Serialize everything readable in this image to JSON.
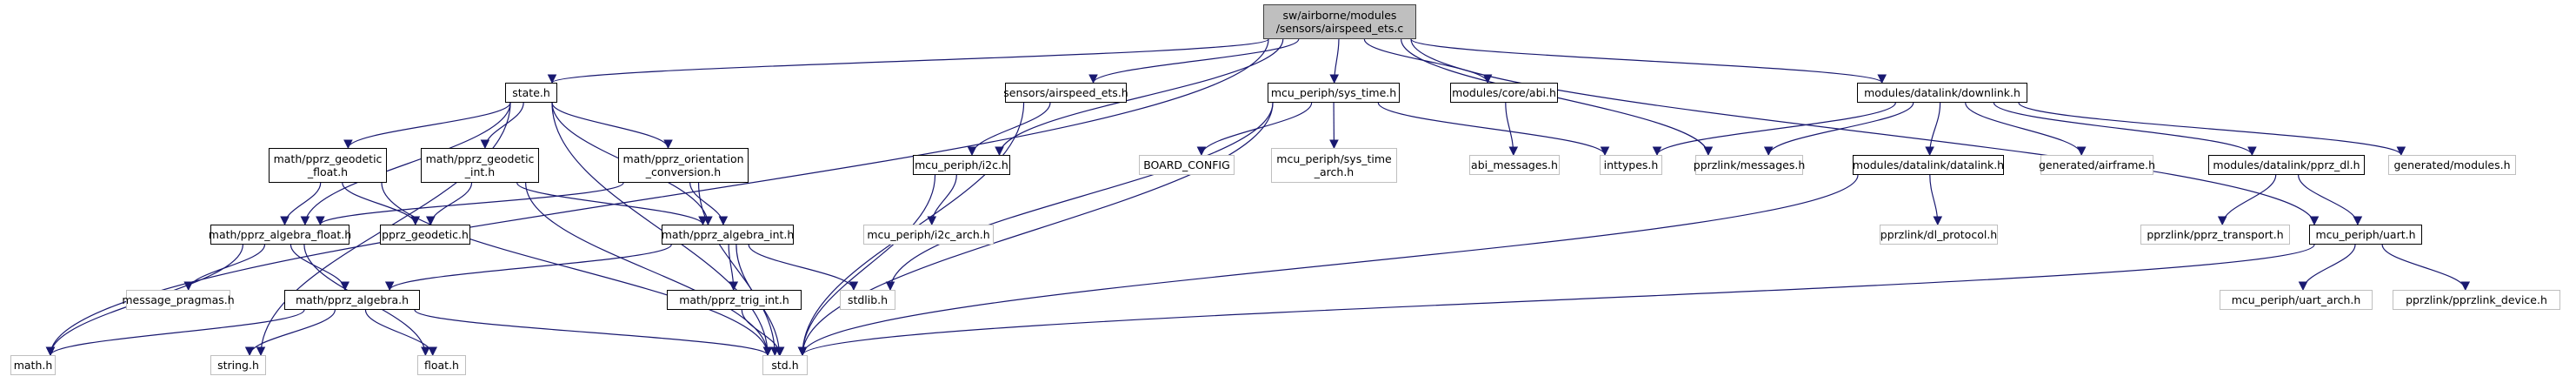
{
  "diagram": {
    "type": "include-dependency-graph",
    "edge_color": "#191970",
    "node_border_color": "#000000",
    "external_node_border_color": "#bfbfbf",
    "root_fill_color": "#bfbfbf",
    "nodes": [
      {
        "id": "root",
        "label": "sw/airborne/modules\n/sensors/airspeed_ets.c",
        "kind": "root",
        "linked": false
      },
      {
        "id": "state",
        "label": "state.h",
        "kind": "normal",
        "linked": true
      },
      {
        "id": "airspeed_h",
        "label": "sensors/airspeed_ets.h",
        "kind": "normal",
        "linked": true
      },
      {
        "id": "sys_time",
        "label": "mcu_periph/sys_time.h",
        "kind": "normal",
        "linked": true
      },
      {
        "id": "abi",
        "label": "modules/core/abi.h",
        "kind": "normal",
        "linked": true
      },
      {
        "id": "downlink",
        "label": "modules/datalink/downlink.h",
        "kind": "normal",
        "linked": true
      },
      {
        "id": "geo_float",
        "label": "math/pprz_geodetic\n_float.h",
        "kind": "normal",
        "linked": true
      },
      {
        "id": "geo_int",
        "label": "math/pprz_geodetic\n_int.h",
        "kind": "normal",
        "linked": true
      },
      {
        "id": "orient",
        "label": "math/pprz_orientation\n_conversion.h",
        "kind": "normal",
        "linked": true
      },
      {
        "id": "i2c",
        "label": "mcu_periph/i2c.h",
        "kind": "normal",
        "linked": true
      },
      {
        "id": "board_config",
        "label": "BOARD_CONFIG",
        "kind": "external",
        "linked": false
      },
      {
        "id": "sys_time_arch",
        "label": "mcu_periph/sys_time\n_arch.h",
        "kind": "external",
        "linked": false
      },
      {
        "id": "abi_messages",
        "label": "abi_messages.h",
        "kind": "external",
        "linked": false
      },
      {
        "id": "inttypes",
        "label": "inttypes.h",
        "kind": "external",
        "linked": false
      },
      {
        "id": "pprzlink_messages",
        "label": "pprzlink/messages.h",
        "kind": "external",
        "linked": false
      },
      {
        "id": "datalink",
        "label": "modules/datalink/datalink.h",
        "kind": "normal",
        "linked": true
      },
      {
        "id": "airframe",
        "label": "generated/airframe.h",
        "kind": "external",
        "linked": false
      },
      {
        "id": "pprz_dl",
        "label": "modules/datalink/pprz_dl.h",
        "kind": "normal",
        "linked": true
      },
      {
        "id": "modules_h",
        "label": "generated/modules.h",
        "kind": "external",
        "linked": false
      },
      {
        "id": "alg_float",
        "label": "math/pprz_algebra_float.h",
        "kind": "normal",
        "linked": true
      },
      {
        "id": "pprz_geodetic",
        "label": "pprz_geodetic.h",
        "kind": "normal",
        "linked": true
      },
      {
        "id": "alg_int",
        "label": "math/pprz_algebra_int.h",
        "kind": "normal",
        "linked": true
      },
      {
        "id": "i2c_arch",
        "label": "mcu_periph/i2c_arch.h",
        "kind": "external",
        "linked": false
      },
      {
        "id": "dl_protocol",
        "label": "pprzlink/dl_protocol.h",
        "kind": "external",
        "linked": false
      },
      {
        "id": "pprz_transport",
        "label": "pprzlink/pprz_transport.h",
        "kind": "external",
        "linked": false
      },
      {
        "id": "uart",
        "label": "mcu_periph/uart.h",
        "kind": "normal",
        "linked": true
      },
      {
        "id": "msg_pragmas",
        "label": "message_pragmas.h",
        "kind": "external",
        "linked": false
      },
      {
        "id": "algebra",
        "label": "math/pprz_algebra.h",
        "kind": "normal",
        "linked": true
      },
      {
        "id": "trig_int",
        "label": "math/pprz_trig_int.h",
        "kind": "normal",
        "linked": true
      },
      {
        "id": "stdlib",
        "label": "stdlib.h",
        "kind": "external",
        "linked": false
      },
      {
        "id": "uart_arch",
        "label": "mcu_periph/uart_arch.h",
        "kind": "external",
        "linked": false
      },
      {
        "id": "pprzlink_device",
        "label": "pprzlink/pprzlink_device.h",
        "kind": "external",
        "linked": false
      },
      {
        "id": "math_h",
        "label": "math.h",
        "kind": "external",
        "linked": false
      },
      {
        "id": "string_h",
        "label": "string.h",
        "kind": "external",
        "linked": false
      },
      {
        "id": "float_h",
        "label": "float.h",
        "kind": "external",
        "linked": false
      },
      {
        "id": "std_h",
        "label": "std.h",
        "kind": "external",
        "linked": false
      }
    ],
    "edges": [
      [
        "root",
        "state"
      ],
      [
        "root",
        "airspeed_h"
      ],
      [
        "root",
        "sys_time"
      ],
      [
        "root",
        "abi"
      ],
      [
        "root",
        "downlink"
      ],
      [
        "root",
        "i2c"
      ],
      [
        "root",
        "math_h"
      ],
      [
        "root",
        "pprzlink_messages"
      ],
      [
        "root",
        "uart"
      ],
      [
        "state",
        "geo_float"
      ],
      [
        "state",
        "geo_int"
      ],
      [
        "state",
        "orient"
      ],
      [
        "state",
        "alg_float"
      ],
      [
        "state",
        "alg_int"
      ],
      [
        "state",
        "std_h"
      ],
      [
        "state",
        "string_h"
      ],
      [
        "geo_float",
        "alg_float"
      ],
      [
        "geo_float",
        "pprz_geodetic"
      ],
      [
        "geo_float",
        "std_h"
      ],
      [
        "geo_int",
        "pprz_geodetic"
      ],
      [
        "geo_int",
        "alg_int"
      ],
      [
        "geo_int",
        "std_h"
      ],
      [
        "orient",
        "alg_float"
      ],
      [
        "orient",
        "alg_int"
      ],
      [
        "orient",
        "std_h"
      ],
      [
        "alg_float",
        "algebra"
      ],
      [
        "alg_float",
        "msg_pragmas"
      ],
      [
        "alg_float",
        "math_h"
      ],
      [
        "alg_float",
        "float_h"
      ],
      [
        "alg_int",
        "algebra"
      ],
      [
        "alg_int",
        "trig_int"
      ],
      [
        "alg_int",
        "stdlib"
      ],
      [
        "alg_int",
        "std_h"
      ],
      [
        "algebra",
        "math_h"
      ],
      [
        "algebra",
        "string_h"
      ],
      [
        "algebra",
        "float_h"
      ],
      [
        "algebra",
        "std_h"
      ],
      [
        "trig_int",
        "std_h"
      ],
      [
        "airspeed_h",
        "i2c"
      ],
      [
        "airspeed_h",
        "std_h"
      ],
      [
        "i2c",
        "i2c_arch"
      ],
      [
        "i2c",
        "std_h"
      ],
      [
        "sys_time",
        "board_config"
      ],
      [
        "sys_time",
        "sys_time_arch"
      ],
      [
        "sys_time",
        "inttypes"
      ],
      [
        "sys_time",
        "stdlib"
      ],
      [
        "sys_time",
        "std_h"
      ],
      [
        "abi",
        "abi_messages"
      ],
      [
        "downlink",
        "inttypes"
      ],
      [
        "downlink",
        "pprzlink_messages"
      ],
      [
        "downlink",
        "datalink"
      ],
      [
        "downlink",
        "airframe"
      ],
      [
        "downlink",
        "pprz_dl"
      ],
      [
        "downlink",
        "modules_h"
      ],
      [
        "datalink",
        "dl_protocol"
      ],
      [
        "datalink",
        "std_h"
      ],
      [
        "pprz_dl",
        "pprz_transport"
      ],
      [
        "pprz_dl",
        "uart"
      ],
      [
        "uart",
        "uart_arch"
      ],
      [
        "uart",
        "pprzlink_device"
      ],
      [
        "uart",
        "std_h"
      ]
    ]
  }
}
